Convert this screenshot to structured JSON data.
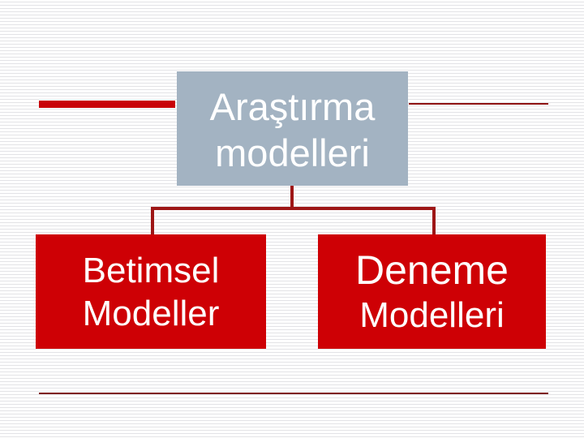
{
  "slide": {
    "background_color": "#ffffff",
    "texture": "horizontal-scanlines",
    "texture_color": "#e3e3e6"
  },
  "decor": {
    "left_rule_color": "#c80007",
    "right_rule_color": "#8e1212",
    "bottom_rule_color": "#7e1414"
  },
  "diagram": {
    "type": "tree",
    "connector_color": "#9e1616",
    "root": {
      "label_line_1": "Araştırma",
      "label_line_2": "modelleri",
      "fill_color": "#a3b3c2",
      "text_color": "#ffffff"
    },
    "children": [
      {
        "label_line_1": "Betimsel",
        "label_line_2": "Modeller",
        "fill_color": "#ce0005",
        "text_color": "#ffffff"
      },
      {
        "label_line_1": "Deneme",
        "label_line_2": "Modelleri",
        "fill_color": "#ce0005",
        "text_color": "#ffffff"
      }
    ]
  }
}
